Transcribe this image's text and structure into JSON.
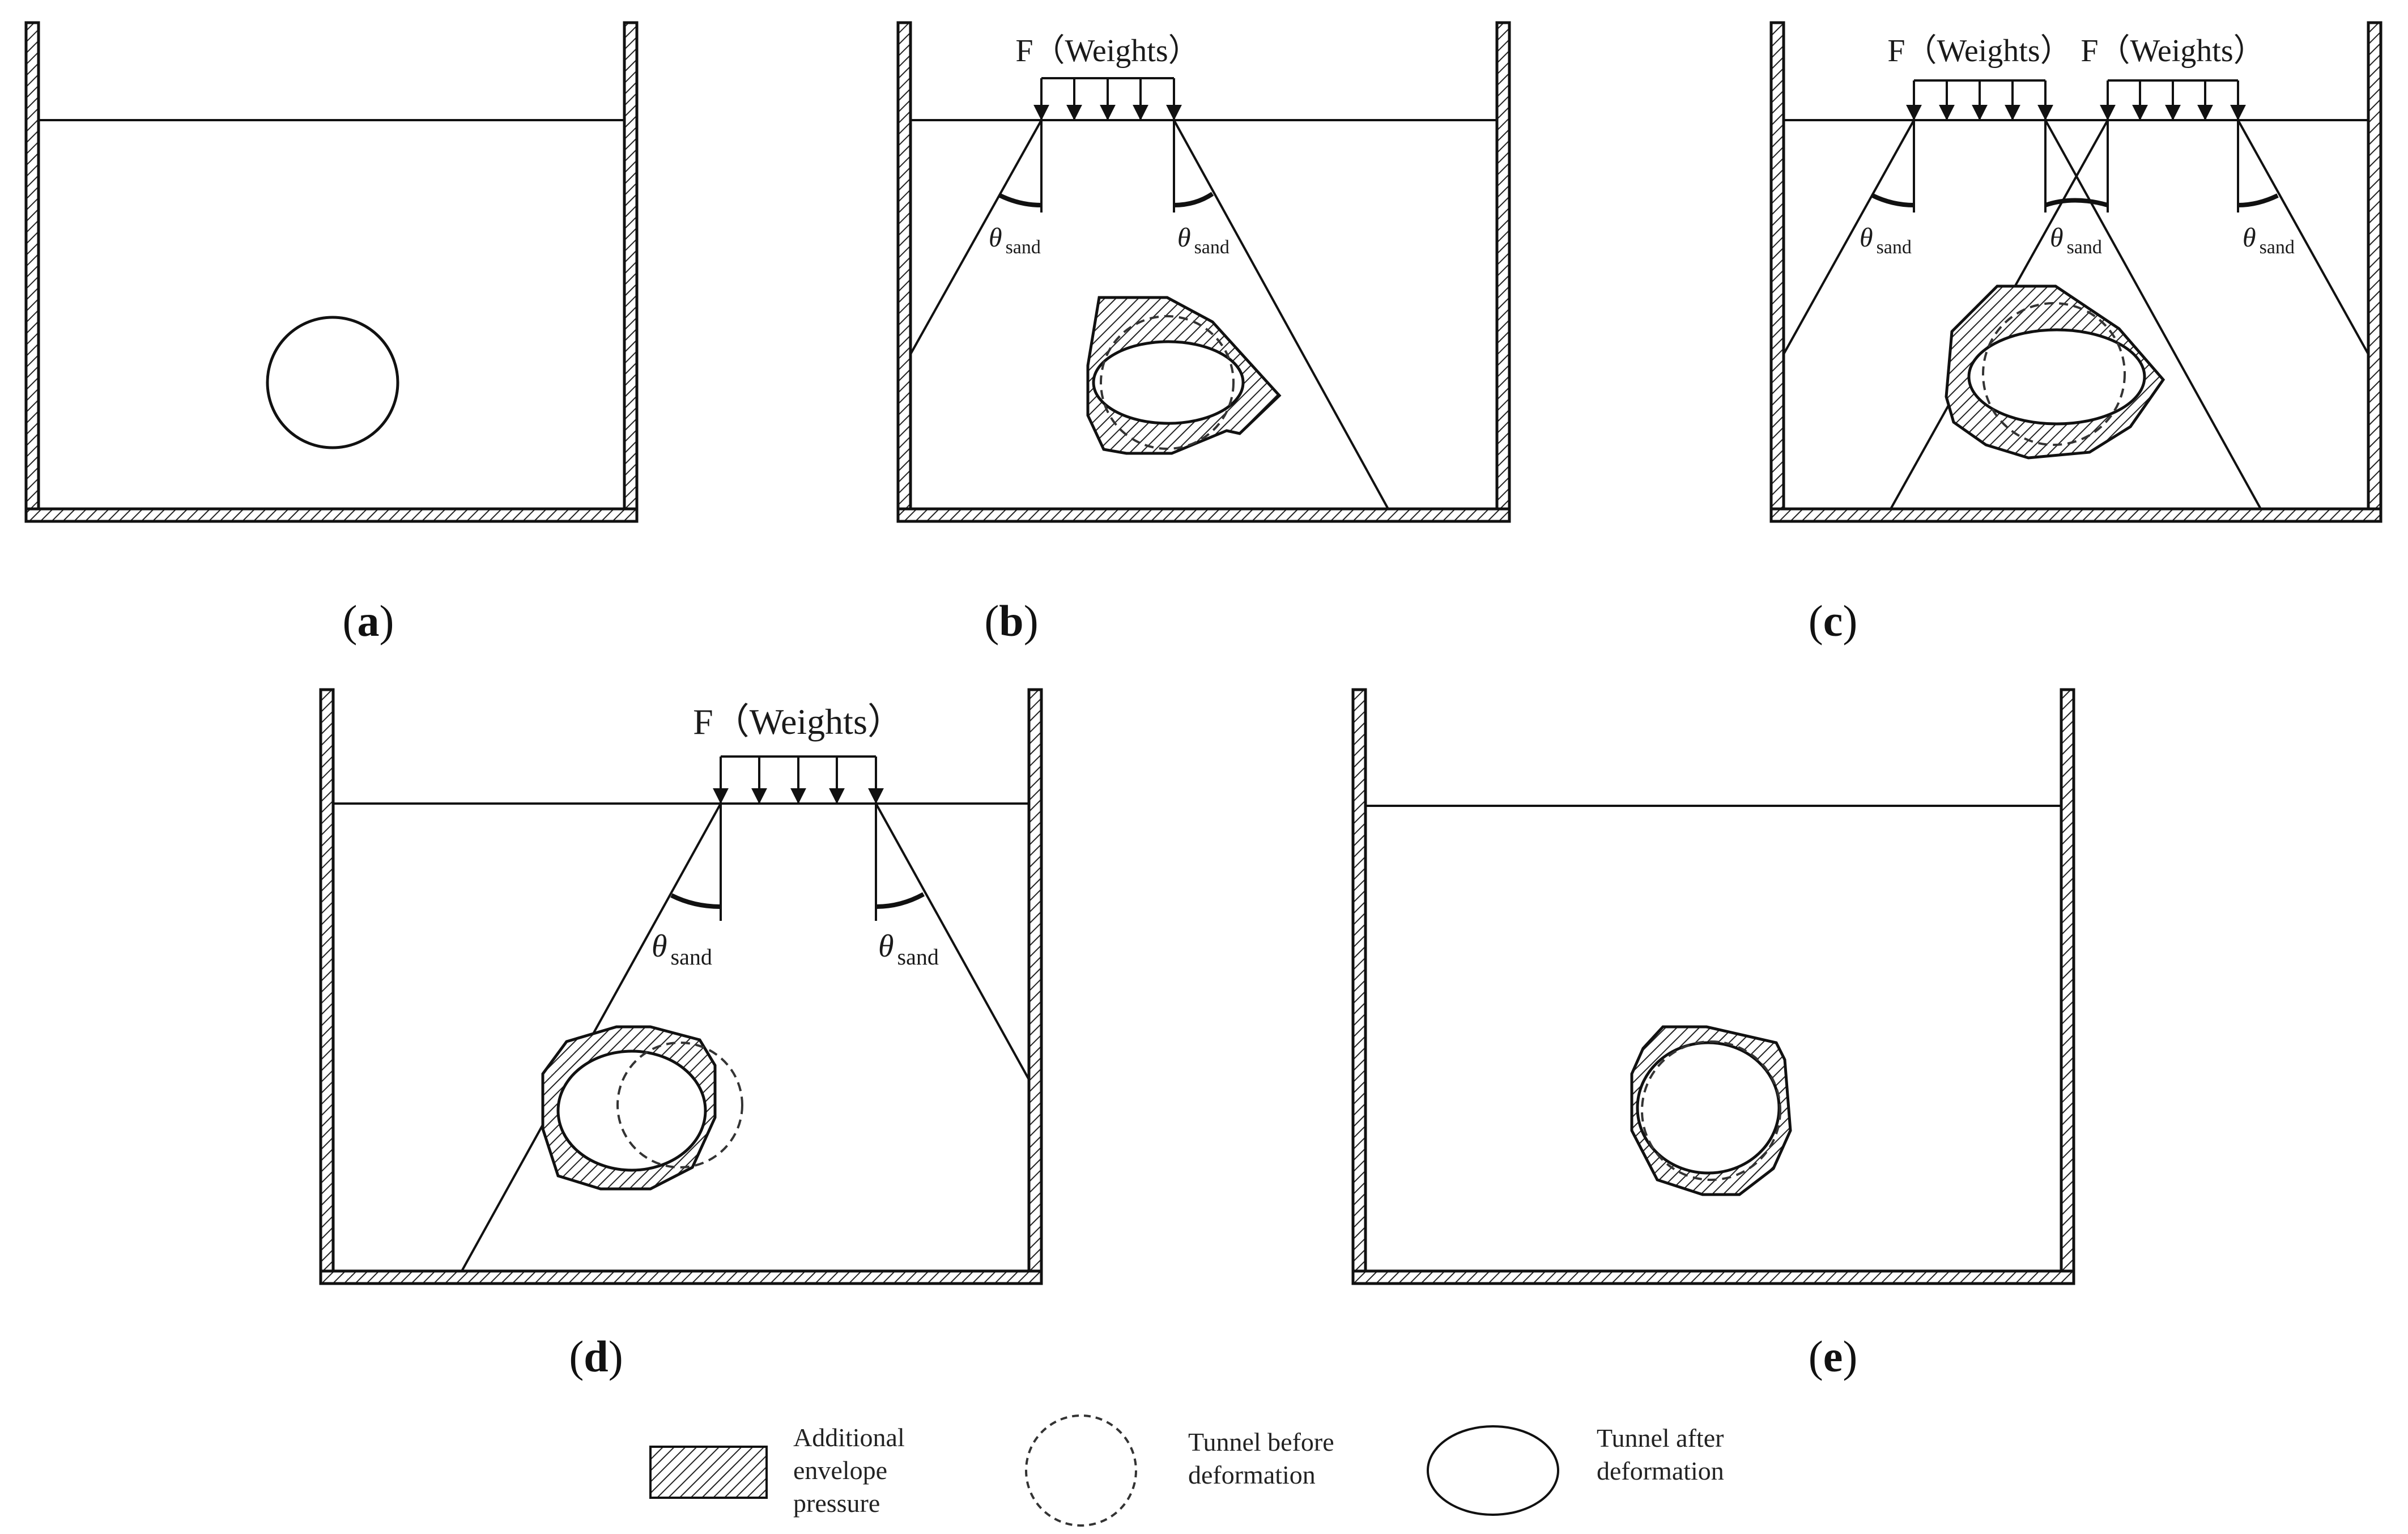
{
  "panels": {
    "a": {
      "label_open": "(",
      "letter": "a",
      "label_close": ")"
    },
    "b": {
      "label_open": "(",
      "letter": "b",
      "label_close": ")",
      "load": "F（Weights）",
      "theta": "θ",
      "theta_sub": "sand"
    },
    "c": {
      "label_open": "(",
      "letter": "c",
      "label_close": ")",
      "load": "F（Weights）",
      "theta": "θ",
      "theta_sub": "sand"
    },
    "d": {
      "label_open": "(",
      "letter": "d",
      "label_close": ")",
      "load": "F（Weights）",
      "theta": "θ",
      "theta_sub": "sand"
    },
    "e": {
      "label_open": "(",
      "letter": "e",
      "label_close": ")"
    }
  },
  "legend": {
    "pressure": [
      "Additional",
      "envelope",
      "pressure"
    ],
    "before": [
      "Tunnel before",
      "deformation"
    ],
    "after": [
      "Tunnel after",
      "deformation"
    ]
  }
}
